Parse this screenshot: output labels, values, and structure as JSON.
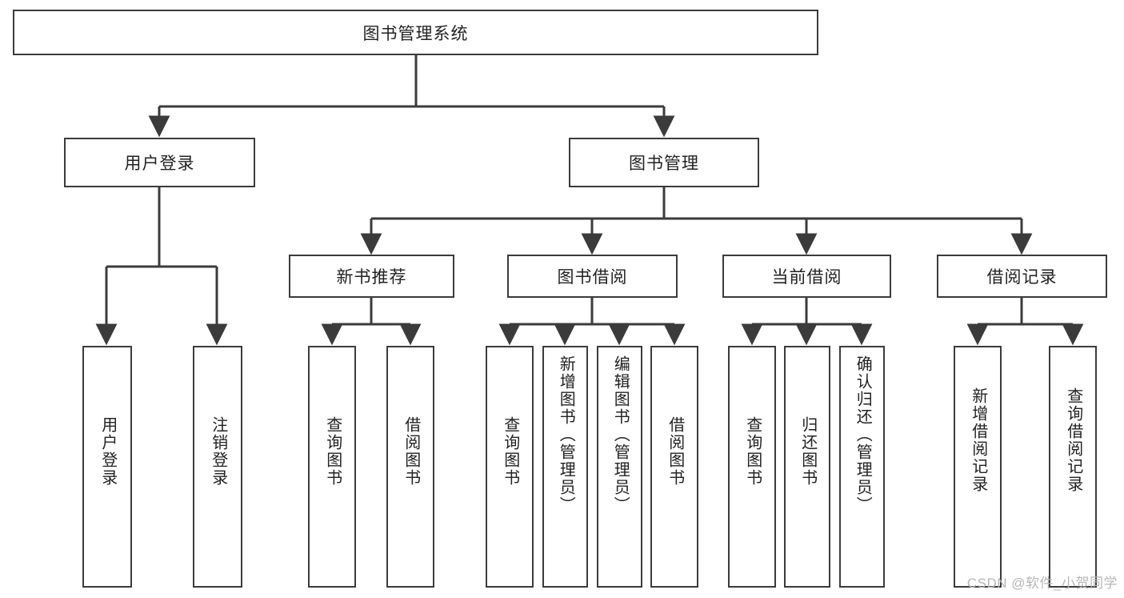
{
  "diagram": {
    "title": "图书管理系统",
    "watermark": "CSDN @软件_小贺同学",
    "stroke_color": "#3b3b3b",
    "text_color": "#222222",
    "background_color": "#ffffff",
    "watermark_color": "#b6b6b6"
  },
  "nodes": {
    "root": {
      "label": "图书管理系统"
    },
    "level2": [
      {
        "id": "user-login",
        "label": "用户登录"
      },
      {
        "id": "book-manage",
        "label": "图书管理"
      }
    ],
    "level3": [
      {
        "id": "new-book-recommend",
        "label": "新书推荐"
      },
      {
        "id": "book-borrow",
        "label": "图书借阅"
      },
      {
        "id": "current-borrow",
        "label": "当前借阅"
      },
      {
        "id": "borrow-record",
        "label": "借阅记录"
      }
    ],
    "leaves": [
      {
        "id": "leaf-user-login",
        "label": "用户登录",
        "parent": "user-login"
      },
      {
        "id": "leaf-user-logout",
        "label": "注销登录",
        "parent": "user-login"
      },
      {
        "id": "leaf-query-book-1",
        "label": "查询图书",
        "parent": "new-book-recommend"
      },
      {
        "id": "leaf-borrow-book-1",
        "label": "借阅图书",
        "parent": "new-book-recommend"
      },
      {
        "id": "leaf-query-book-2",
        "label": "查询图书",
        "parent": "book-borrow"
      },
      {
        "id": "leaf-add-book",
        "label": "新增图书（管理员）",
        "parent": "book-borrow"
      },
      {
        "id": "leaf-edit-book",
        "label": "编辑图书（管理员）",
        "parent": "book-borrow"
      },
      {
        "id": "leaf-borrow-book-2",
        "label": "借阅图书",
        "parent": "book-borrow"
      },
      {
        "id": "leaf-query-book-3",
        "label": "查询图书",
        "parent": "current-borrow"
      },
      {
        "id": "leaf-return-book",
        "label": "归还图书",
        "parent": "current-borrow"
      },
      {
        "id": "leaf-confirm-return",
        "label": "确认归还（管理员）",
        "parent": "current-borrow"
      },
      {
        "id": "leaf-add-record",
        "label": "新增借阅记录",
        "parent": "borrow-record"
      },
      {
        "id": "leaf-query-record",
        "label": "查询借阅记录",
        "parent": "borrow-record"
      }
    ]
  }
}
